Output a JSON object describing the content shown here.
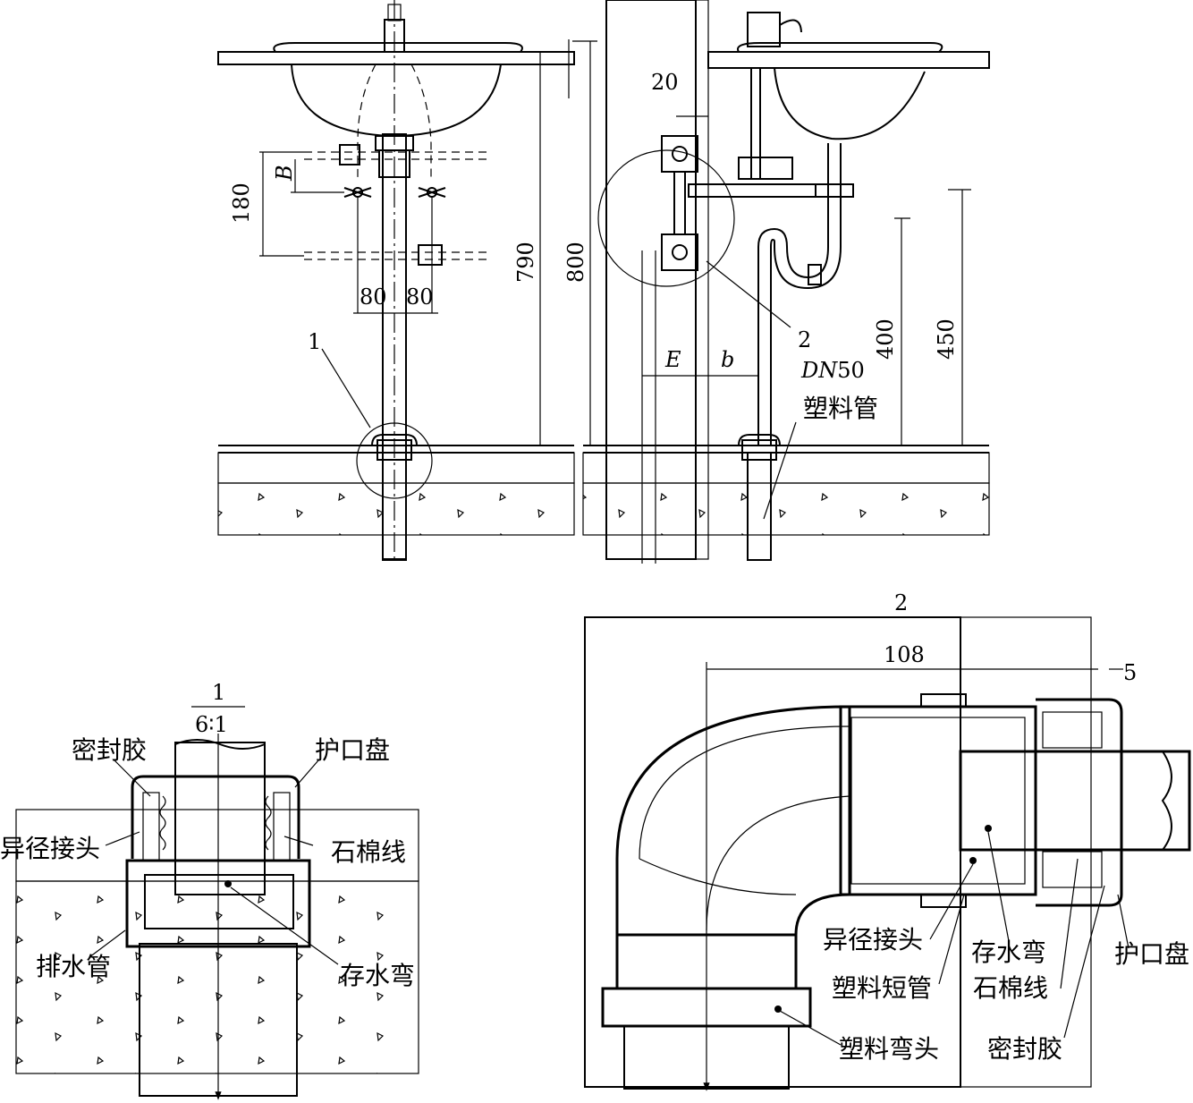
{
  "dims": {
    "d180": "180",
    "dB": "B",
    "d80a": "80",
    "d80b": "80",
    "d790": "790",
    "d800": "800",
    "d20": "20",
    "d400": "400",
    "d450": "450",
    "dE": "E",
    "db": "b",
    "d108": "108",
    "d5": "5"
  },
  "callouts": {
    "ref1": "1",
    "ref2": "2",
    "ref2_detail": "2",
    "detail1_num": "1",
    "detail1_scale": "6∶1"
  },
  "pipe_label": {
    "dn_prefix": "DN",
    "dn_value": "50",
    "material": "塑料管"
  },
  "detail1_labels": {
    "sealant": "密封胶",
    "flange": "护口盘",
    "reducer": "异径接头",
    "asbestos": "石棉线",
    "drainpipe": "排水管",
    "trap": "存水弯"
  },
  "detail2_labels": {
    "reducer": "异径接头",
    "trap": "存水弯",
    "flange": "护口盘",
    "short_pipe": "塑料短管",
    "asbestos": "石棉线",
    "elbow": "塑料弯头",
    "sealant": "密封胶"
  }
}
